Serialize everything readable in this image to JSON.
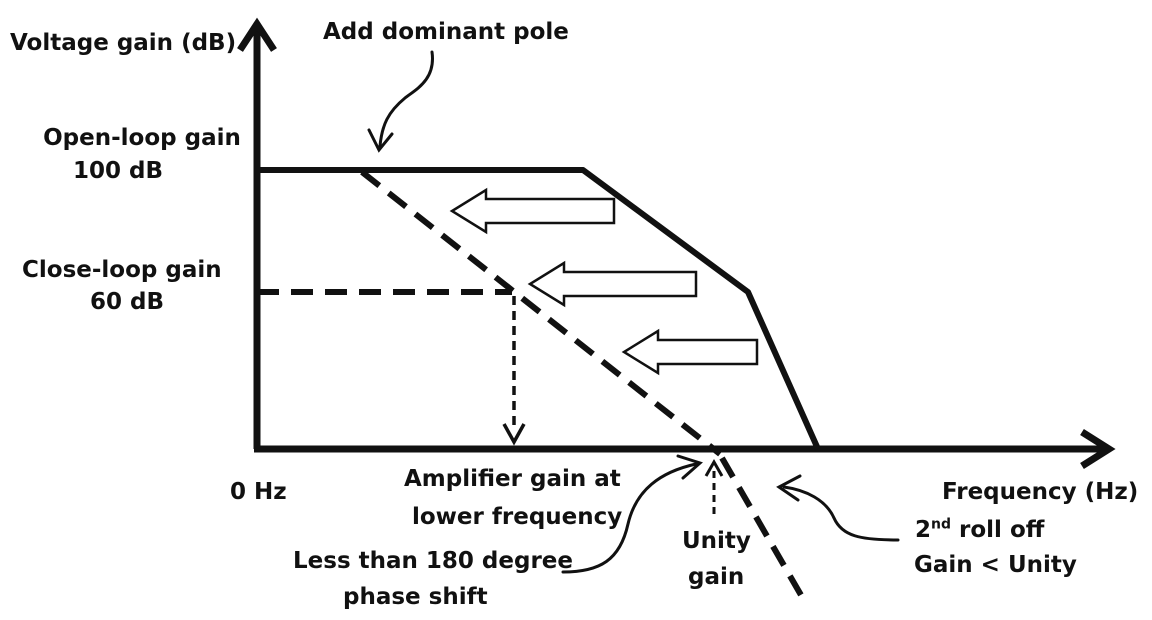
{
  "colors": {
    "ink": "#111111",
    "background": "#ffffff"
  },
  "labels": {
    "y_axis": "Voltage gain (dB)",
    "x_axis": "Frequency (Hz)",
    "origin": "0 Hz",
    "dominant_pole": "Add dominant pole",
    "open_loop_line1": "Open-loop gain",
    "open_loop_line2": "100 dB",
    "closed_loop_line1": "Close-loop gain",
    "closed_loop_line2": "60 dB",
    "amp_gain_line1": "Amplifier gain at",
    "amp_gain_line2": "lower frequency",
    "phase_line1": "Less than 180 degree",
    "phase_line2": "phase shift",
    "unity_line1": "Unity",
    "unity_line2": "gain",
    "rolloff_prefix": "2",
    "rolloff_sup": "nd",
    "rolloff_suffix": " roll off",
    "rolloff_line2": "Gain < Unity"
  },
  "icons": {
    "shift_arrows": [
      "hollow-left-arrow-icon",
      "hollow-left-arrow-icon",
      "hollow-left-arrow-icon"
    ]
  }
}
